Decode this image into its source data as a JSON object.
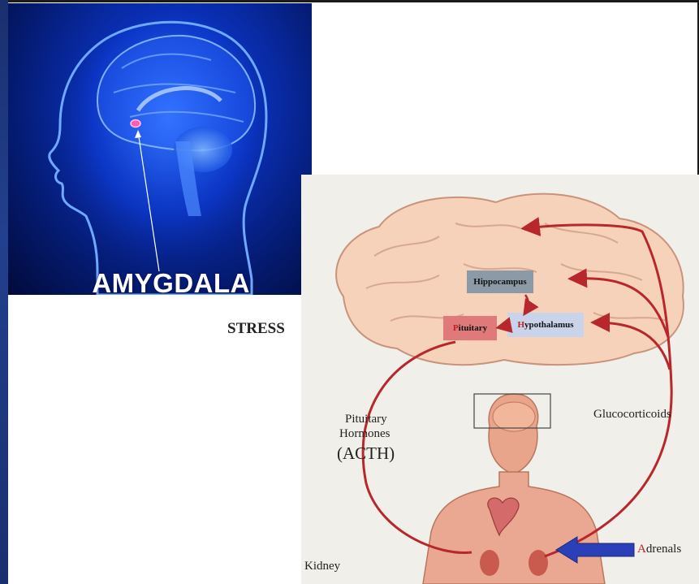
{
  "amygdala_panel": {
    "label": "AMYGDALA"
  },
  "stress_diagram": {
    "stress_label": "STRESS",
    "hippocampus": "Hippocampus",
    "pituitary_initial": "P",
    "pituitary_rest": "ituitary",
    "hypothalamus_initial": "H",
    "hypothalamus_rest": "ypothalamus",
    "pituitary_hormones_line1": "Pituitary",
    "pituitary_hormones_line2": "Hormones",
    "acth": "(ACTH)",
    "glucocorticoids": "Glucocorticoids",
    "adrenals_initial": "A",
    "adrenals_rest": "drenals",
    "kidney": "Kidney"
  },
  "colors": {
    "brain_glow": "#1a5cff",
    "amygdala_highlight": "#ff5ab4",
    "feedback_arrow": "#b8272b",
    "adrenal_arrow": "#2b3fb8",
    "pituitary_box": "#e07a7a",
    "hypothalamus_box": "#c9d3ea",
    "hippocampus_box": "#8b9aa6"
  }
}
